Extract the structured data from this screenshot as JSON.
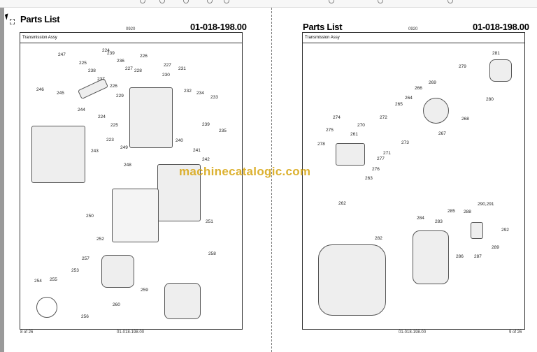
{
  "viewer": {
    "toolbar_icons": [
      "zoom-out-icon",
      "zoom-in-icon",
      "cursor-icon",
      "rotate-icon",
      "fit-icon",
      "download-icon",
      "edit-icon",
      "print-icon"
    ]
  },
  "watermark": "machinecatalogic.com",
  "watermark_color": "#d9a91a",
  "pages": [
    {
      "title": "Parts List",
      "code": "0920",
      "doc_number": "01-018-198.00",
      "section": "Transmission Assy",
      "footer_page": "8 of 26",
      "footer_doc": "01-018-198.00",
      "callouts": [
        "224",
        "247",
        "239",
        "225",
        "236",
        "226",
        "238",
        "227",
        "228",
        "227",
        "231",
        "230",
        "237",
        "226",
        "232",
        "234",
        "233",
        "229",
        "246",
        "245",
        "244",
        "224",
        "225",
        "223",
        "239",
        "235",
        "240",
        "241",
        "242",
        "243",
        "249",
        "248",
        "250",
        "251",
        "252",
        "257",
        "253",
        "254",
        "255",
        "256",
        "258",
        "259",
        "260"
      ]
    },
    {
      "title": "Parts List",
      "code": "0920",
      "doc_number": "01-018-198.00",
      "section": "Transmission Assy",
      "footer_page": "9 of 26",
      "footer_doc": "01-018-198.00",
      "callouts": [
        "281",
        "279",
        "269",
        "266",
        "264",
        "265",
        "268",
        "267",
        "280",
        "274",
        "270",
        "272",
        "275",
        "261",
        "278",
        "273",
        "271",
        "277",
        "276",
        "263",
        "262",
        "285",
        "284",
        "283",
        "288",
        "290,291",
        "292",
        "282",
        "286",
        "287",
        "289"
      ]
    }
  ]
}
